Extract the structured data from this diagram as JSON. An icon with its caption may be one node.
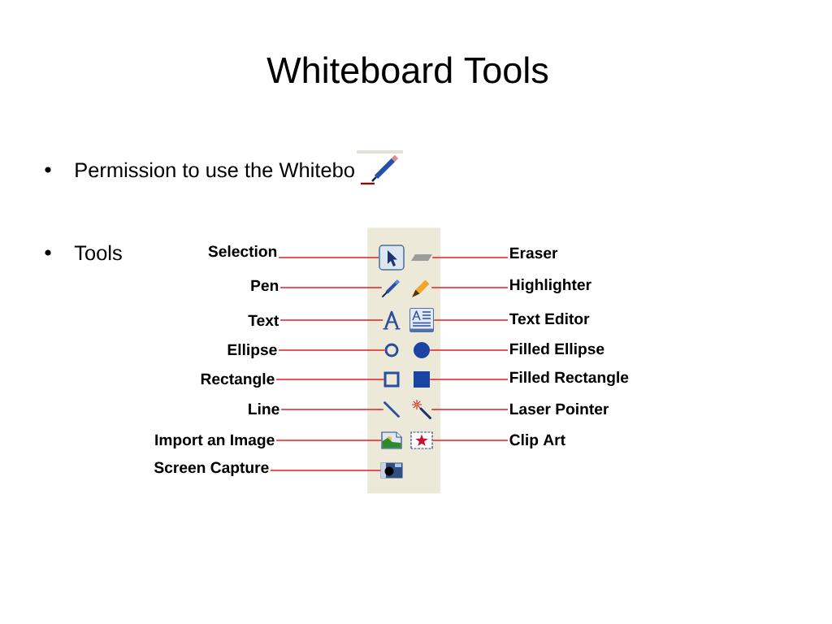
{
  "diagram": {
    "title": "Whiteboard Tools",
    "nodes": [
      {
        "text": [],
        "shape": "box"
      },
      {
        "text": [
          "Selection"
        ]
      },
      {
        "text": [],
        "shape": "picture",
        "in": 0
      },
      {
        "text": [],
        "shape": "picture",
        "in": 0
      },
      {
        "text": [
          "Eraser"
        ]
      },
      {
        "text": [
          "Pen"
        ]
      },
      {
        "text": [],
        "shape": "picture",
        "in": 0
      },
      {
        "text": [],
        "shape": "picture",
        "in": 0
      },
      {
        "text": [
          "Highlighter"
        ]
      },
      {
        "text": [
          "Text"
        ]
      },
      {
        "text": [],
        "shape": "picture",
        "in": 0
      },
      {
        "text": [],
        "shape": "picture",
        "in": 0
      },
      {
        "text": [
          "Text Editor"
        ]
      },
      {
        "text": [
          "Ellipse"
        ]
      },
      {
        "text": [],
        "shape": "circle",
        "in": 0
      },
      {
        "text": [],
        "shape": "circle",
        "in": 0
      },
      {
        "text": [
          "Filled Ellipse"
        ]
      },
      {
        "text": [
          "Rectangle"
        ]
      },
      {
        "text": [],
        "shape": "box",
        "in": 0
      },
      {
        "text": [],
        "shape": "box",
        "in": 0
      },
      {
        "text": [
          "Filled Rectangle"
        ]
      },
      {
        "text": [
          "Line"
        ]
      },
      {
        "text": [],
        "shape": "picture",
        "in": 0
      },
      {
        "text": [],
        "shape": "picture",
        "in": 0
      },
      {
        "text": [
          "Laser Pointer"
        ]
      },
      {
        "text": [
          "Import an Image"
        ]
      },
      {
        "text": [],
        "shape": "picture",
        "in": 0
      },
      {
        "text": [],
        "shape": "picture",
        "in": 0
      },
      {
        "text": [
          "Clip Art"
        ]
      },
      {
        "text": [
          "Screen Capture"
        ]
      },
      {
        "text": [],
        "shape": "picture",
        "in": 0
      }
    ],
    "edges": [
      {
        "from": 1,
        "to": 2,
        "arrow": "none"
      },
      {
        "from": 4,
        "to": 3,
        "arrow": "none"
      },
      {
        "from": 5,
        "to": 6,
        "arrow": "none"
      },
      {
        "from": 8,
        "to": 7,
        "arrow": "none"
      },
      {
        "from": 9,
        "to": 10,
        "arrow": "none"
      },
      {
        "from": 12,
        "to": 11,
        "arrow": "none"
      },
      {
        "from": 13,
        "to": 14,
        "arrow": "none"
      },
      {
        "from": 16,
        "to": 15,
        "arrow": "none"
      },
      {
        "from": 17,
        "to": 18,
        "arrow": "none"
      },
      {
        "from": 20,
        "to": 19,
        "arrow": "none"
      },
      {
        "from": 21,
        "to": 22,
        "arrow": "none"
      },
      {
        "from": 24,
        "to": 23,
        "arrow": "none"
      },
      {
        "from": 25,
        "to": 26,
        "arrow": "none"
      },
      {
        "from": 28,
        "to": 27,
        "arrow": "none"
      },
      {
        "from": 29,
        "to": 30,
        "arrow": "none"
      }
    ],
    "labels": [
      "Permission to use the Whitebo",
      "Tools"
    ]
  }
}
